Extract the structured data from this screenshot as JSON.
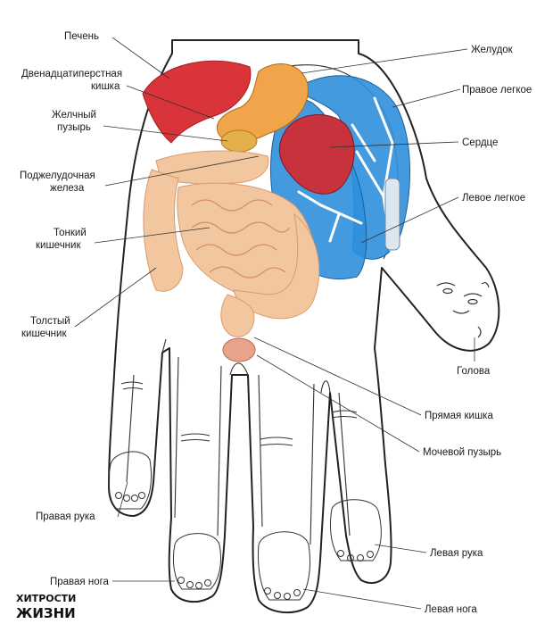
{
  "labels": {
    "liver": "Печень",
    "duodenum": [
      "Двенадцатиперстная",
      "кишка"
    ],
    "gallbladder": [
      "Желчный",
      "пузырь"
    ],
    "pancreas": [
      "Поджелудочная",
      "железа"
    ],
    "small_intestine": [
      "Тонкий",
      "кишечник"
    ],
    "large_intestine": [
      "Толстый",
      "кишечник"
    ],
    "right_hand": "Правая рука",
    "right_leg": "Правая нога",
    "stomach": "Желудок",
    "right_lung": "Правое легкое",
    "heart": "Сердце",
    "left_lung": "Левое легкое",
    "head": "Голова",
    "rectum": "Прямая кишка",
    "bladder": "Мочевой пузырь",
    "left_hand": "Левая рука",
    "left_leg": "Левая нога"
  },
  "logo": [
    "ХИТРОСТИ",
    "ЖИЗНИ"
  ],
  "colors": {
    "liver": "#d8343a",
    "gut": "#f2c7a0",
    "gut_edge": "#d99a6c",
    "lung": "#2f8fdc",
    "lung_light": "#a9d6f5",
    "heart": "#c8323c",
    "stomach": "#f0a54a",
    "line": "#222222"
  }
}
